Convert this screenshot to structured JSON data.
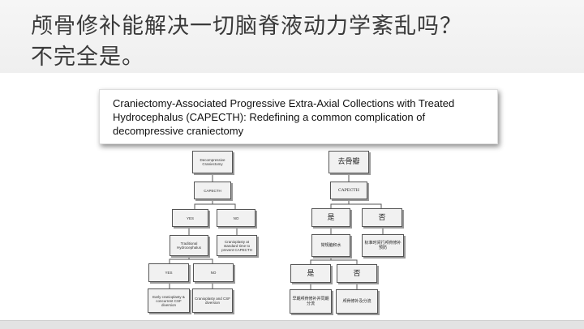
{
  "slide": {
    "title_line1": "颅骨修补能解决一切脑脊液动力学紊乱吗？",
    "title_line2": "不完全是。",
    "paper_title_line1": "Craniectomy-Associated Progressive Extra-Axial Collections with Treated",
    "paper_title_line2": "Hydrocephalus (CAPECTH): Redefining a common complication of",
    "paper_title_line3": "decompressive craniectomy"
  },
  "flowchart_en": {
    "n1": "Decompressive Craniectomy",
    "n2": "CAPECTH",
    "n3": "YES",
    "n4": "NO",
    "n5": "Traditional Hydrocephalus",
    "n6": "Cranioplasty at standard time to prevent CAPECTH",
    "n7": "YES",
    "n8": "NO",
    "n9": "Early cranioplasty & concurrent CSF diversion",
    "n10": "Cranioplasty and CSF diversion"
  },
  "flowchart_cn": {
    "n1": "去骨瓣",
    "n2": "CAPECTH",
    "n3": "是",
    "n4": "否",
    "n5": "常规脑积水",
    "n6": "标准时间行颅骨修补预防",
    "n7": "是",
    "n8": "否",
    "n9": "早期颅骨修补并同期分流",
    "n10": "颅骨修补及分流"
  }
}
